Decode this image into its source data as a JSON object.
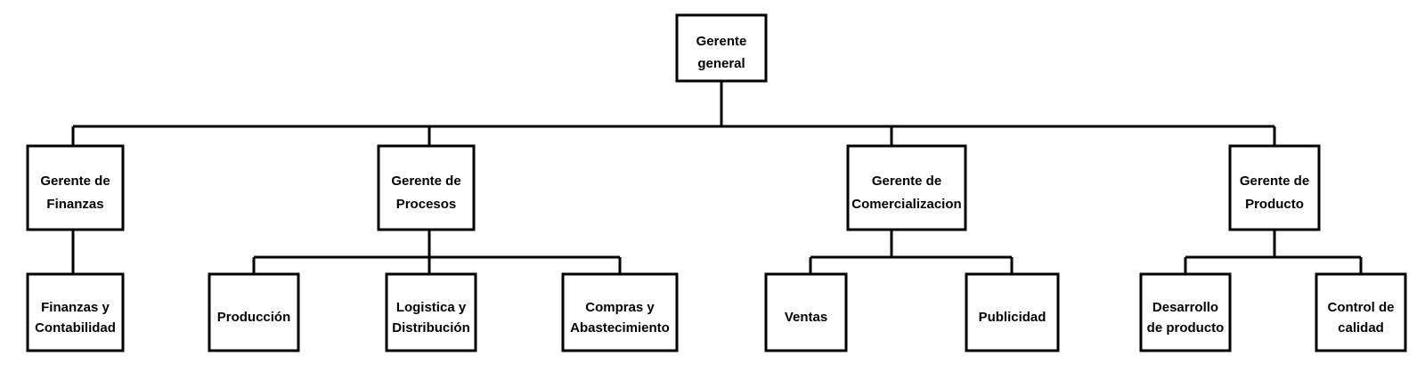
{
  "org_chart": {
    "root": {
      "lines": [
        "Gerente",
        "general"
      ]
    },
    "departments": [
      {
        "lines": [
          "Gerente de",
          "Finanzas"
        ],
        "children": [
          {
            "lines": [
              "Finanzas y",
              "Contabilidad"
            ]
          }
        ]
      },
      {
        "lines": [
          "Gerente de",
          "Procesos"
        ],
        "children": [
          {
            "lines": [
              "Producción"
            ]
          },
          {
            "lines": [
              "Logistica y",
              "Distribución"
            ]
          },
          {
            "lines": [
              "Compras y",
              "Abastecimiento"
            ]
          }
        ]
      },
      {
        "lines": [
          "Gerente de",
          "Comercializacion"
        ],
        "children": [
          {
            "lines": [
              "Ventas"
            ]
          },
          {
            "lines": [
              "Publicidad"
            ]
          }
        ]
      },
      {
        "lines": [
          "Gerente de",
          "Producto"
        ],
        "children": [
          {
            "lines": [
              "Desarrollo",
              "de producto"
            ]
          },
          {
            "lines": [
              "Control de",
              "calidad"
            ]
          }
        ]
      }
    ]
  }
}
